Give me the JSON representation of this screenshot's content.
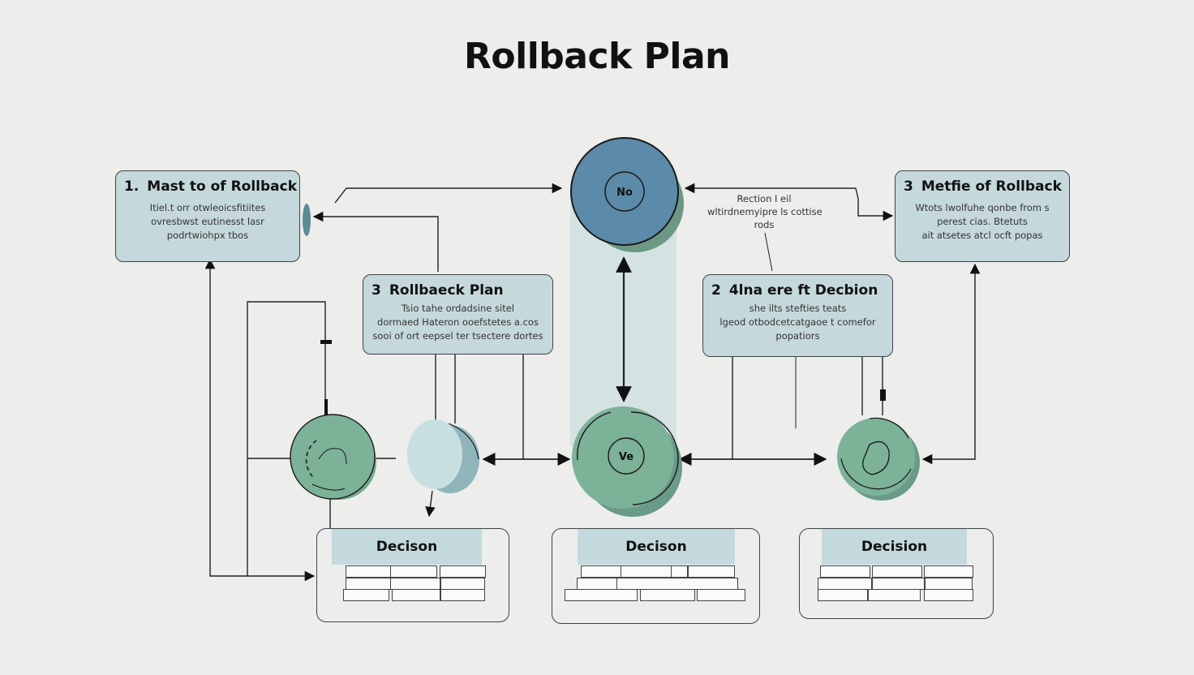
{
  "title": "Rollback Plan",
  "colors": {
    "background": "#ededec",
    "box_fill": "#c5d9dc",
    "node_blue": "#5b8ba8",
    "node_green": "#7cb298",
    "node_light": "#c8dfe2",
    "stroke": "#1a1a1a"
  },
  "boxes": {
    "top_left": {
      "number": "1.",
      "title": "Mast to of Rollback",
      "lines": [
        "Itiel.t orr otwleoicsfitiites",
        "ovresbwst eutinesst lasr",
        "podrtwiohpx tbos"
      ]
    },
    "top_right": {
      "number": "3",
      "title": "Metfie of Rollback",
      "lines": [
        "Wtots lwolfuhe qonbe from s",
        "perest cias. Btetuts",
        "ait atsetes atcl ocft popas"
      ]
    },
    "mid_left": {
      "number": "3",
      "title": "Rollbaeck Plan",
      "lines": [
        "Tsio tahe ordadsine sitel",
        "dormaed Hateron ooefstetes a.cos",
        "sooi of ort eepsel ter tsectere dortes"
      ]
    },
    "mid_right": {
      "number": "2",
      "title": "4lna ere ft Decbion",
      "lines": [
        "she ilts stefties teats",
        "lgeod otbodcetcatgaoe t comefor",
        "popatiors"
      ]
    }
  },
  "note": {
    "lines": [
      "Rection I eil",
      "wltirdnemyipre ls cottise",
      "rods"
    ]
  },
  "nodes": {
    "no": {
      "label": "No"
    },
    "yes": {
      "label": "Ve"
    }
  },
  "decisions": [
    {
      "label": "Decison"
    },
    {
      "label": "Decison"
    },
    {
      "label": "Decision"
    }
  ]
}
